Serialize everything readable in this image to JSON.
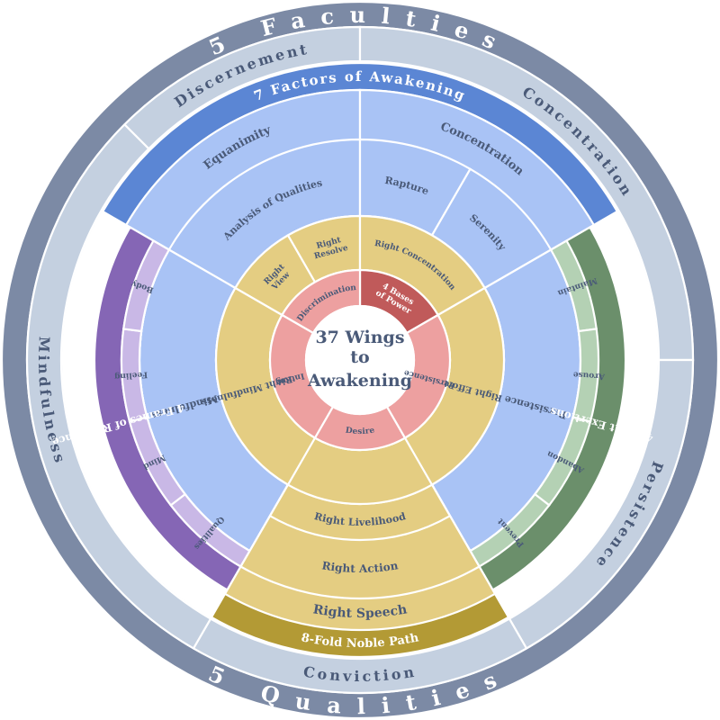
{
  "center": {
    "line1": "37 Wings",
    "line2": "to",
    "line3": "Awakening"
  },
  "outer_ring": {
    "top_label": "5 Faculties",
    "bottom_label": "5 Qualities"
  },
  "qualities": {
    "discernement": "Discernement",
    "concentration": "Concentration",
    "persistence": "Persistence",
    "conviction": "Conviction",
    "mindfulness": "Mindfulness"
  },
  "factors_of_awakening": {
    "title": "7 Factors of Awakening",
    "equanimity": "Equanimity",
    "concentration": "Concentration",
    "analysis_of_qualities": "Analysis of Qualities",
    "rapture": "Rapture",
    "serenity": "Serenity",
    "mindfulness": "Mindfulness",
    "persistence": "Persistence"
  },
  "frames_of_reference": {
    "title": "4 Frames of Reference",
    "items": [
      "Qualities",
      "Mind",
      "Feeling",
      "Body"
    ]
  },
  "right_exertions": {
    "title": "4 Right Exertions",
    "items": [
      "Maintain",
      "Arouse",
      "Abandon",
      "Prevent"
    ]
  },
  "noble_path": {
    "title": "8-Fold Noble Path",
    "right_speech": "Right Speech",
    "right_action": "Right Action",
    "right_livelihood": "Right Livelihood",
    "right_effort": "Right Effort",
    "right_mindfulness": "Right Mindfulness",
    "right_view": [
      "Right",
      "View"
    ],
    "right_resolve": [
      "Right",
      "Resolve"
    ],
    "right_concentration": "Right Concentration"
  },
  "bases_of_power": {
    "title": [
      "4 Bases",
      "of Power"
    ],
    "discrimination": "Discrimination",
    "intent": "Intent",
    "desire": "Desire",
    "persistence": "Persistence"
  },
  "colors": {
    "outer_slate": "#7c8aa5",
    "light_slate": "#c4d0e0",
    "factors_blue": "#5b86d4",
    "factors_light": "#a9c3f5",
    "purple": "#8566b5",
    "purple_light": "#c9b8e6",
    "green": "#6b8f6b",
    "green_light": "#b4d1b4",
    "gold_dark": "#b39a35",
    "gold": "#e4cd82",
    "red_dark": "#c05a5a",
    "pink": "#eda0a0",
    "text_blue": "#4a5a78"
  }
}
